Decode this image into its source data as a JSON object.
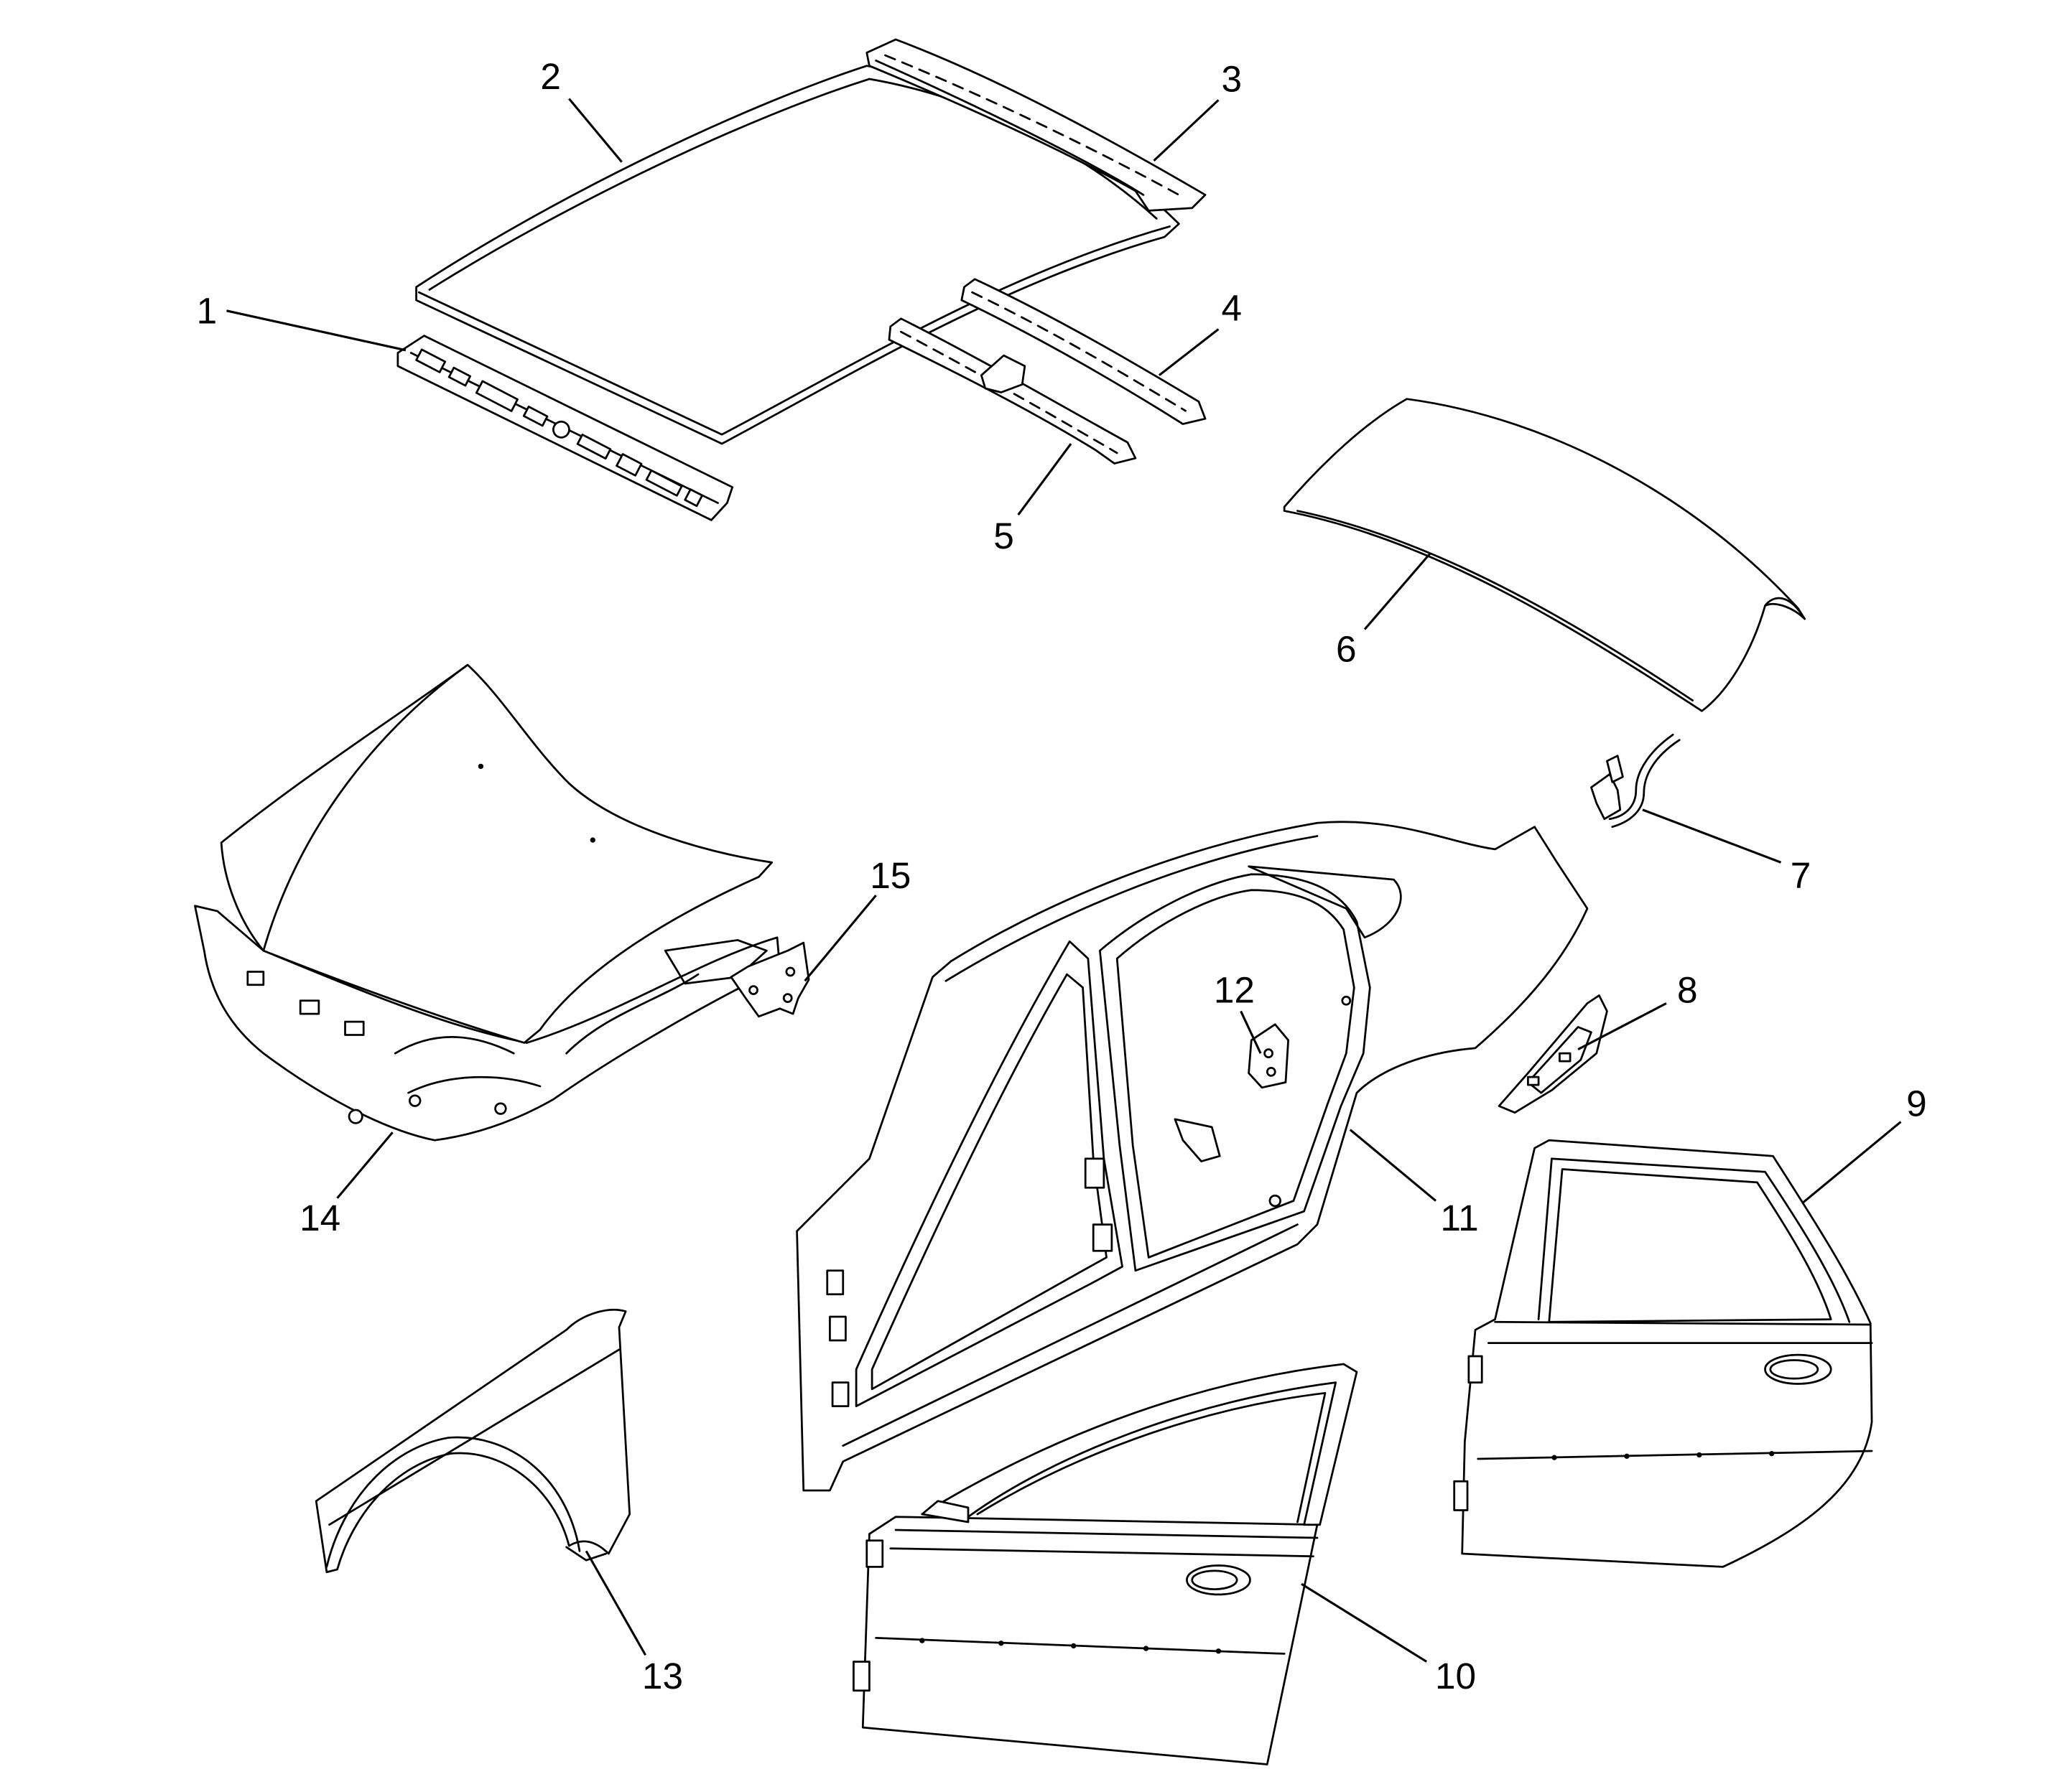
{
  "callouts": [
    {
      "label": "1"
    },
    {
      "label": "2"
    },
    {
      "label": "3"
    },
    {
      "label": "4"
    },
    {
      "label": "5"
    },
    {
      "label": "6"
    },
    {
      "label": "7"
    },
    {
      "label": "8"
    },
    {
      "label": "9"
    },
    {
      "label": "10"
    },
    {
      "label": "11"
    },
    {
      "label": "12"
    },
    {
      "label": "13"
    },
    {
      "label": "14"
    },
    {
      "label": "15"
    }
  ],
  "colors": {
    "line": "#000000",
    "background": "#ffffff"
  }
}
